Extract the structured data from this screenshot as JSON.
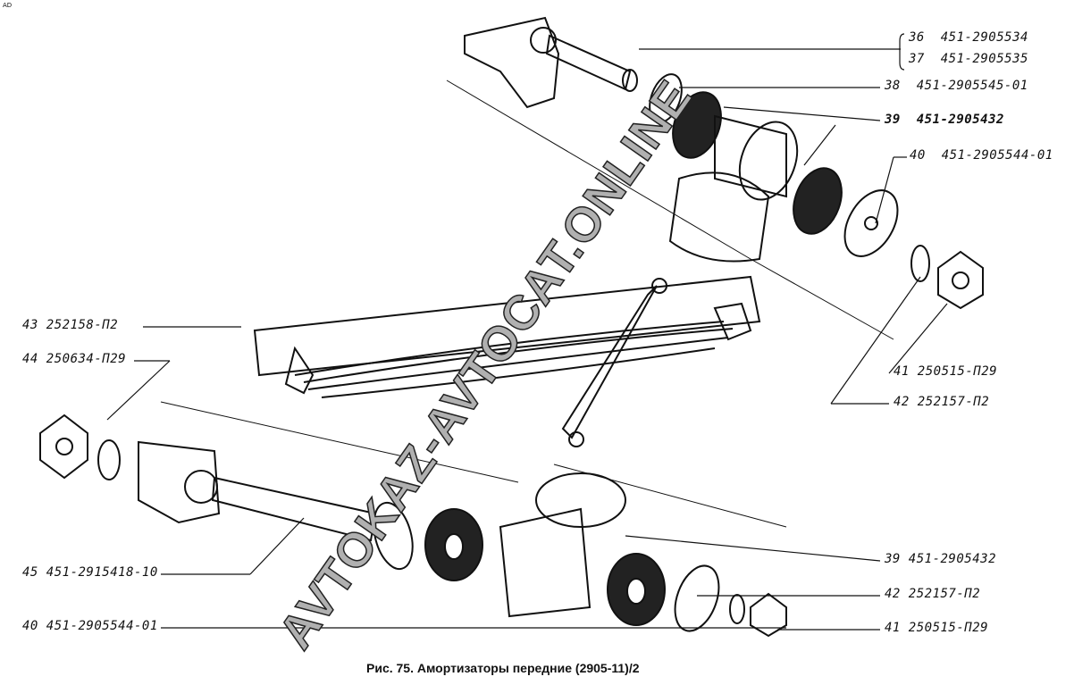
{
  "corner_mark": "AD",
  "watermark": "AVTOKAZ-AVTOCAT.ONLINE",
  "caption": "Рис. 75. Амортизаторы передние (2905-11)/2",
  "labels": {
    "l36": "36  451-2905534",
    "l37": "37  451-2905535",
    "l38": "38  451-2905545-01",
    "l39a": "39  451-2905432",
    "l40a": "40  451-2905544-01",
    "l41a": "41 250515-П29",
    "l42a": "42 252157-П2",
    "l43": "43 252158-П2",
    "l44": "44 250634-П29",
    "l45": "45 451-2915418-10",
    "l40b": "40 451-2905544-01",
    "l39b": "39 451-2905432",
    "l42b": "42 252157-П2",
    "l41b": "41 250515-П29"
  }
}
